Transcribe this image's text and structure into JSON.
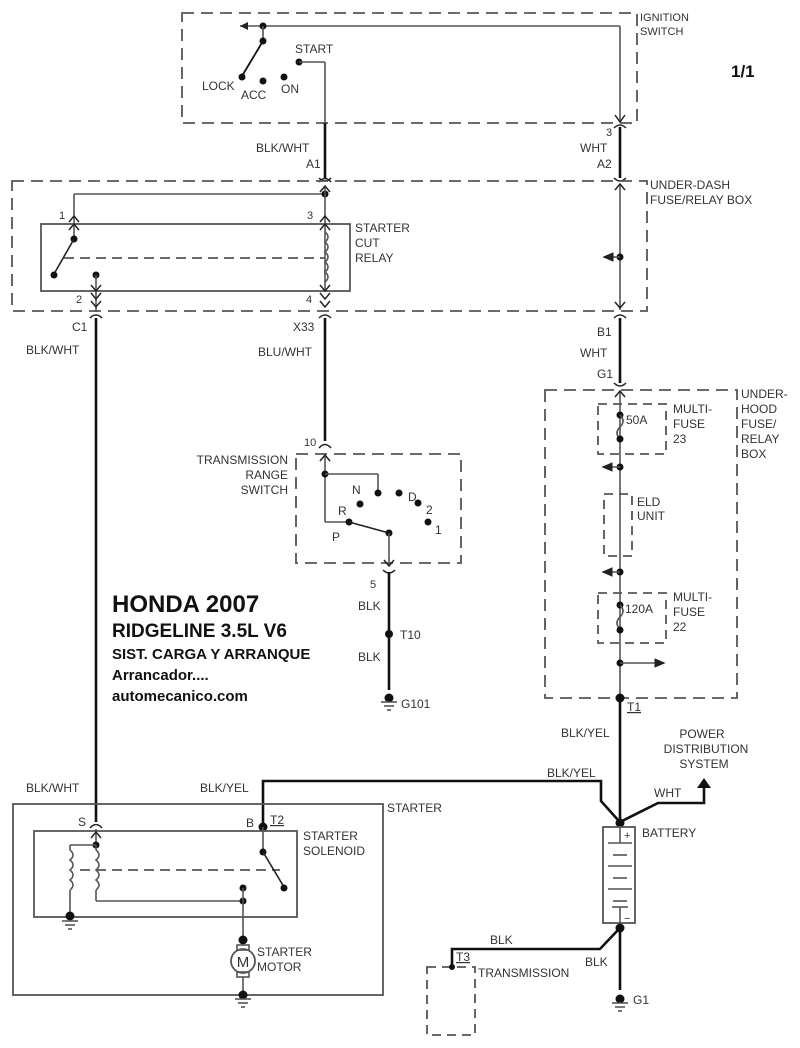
{
  "page_number": "1/1",
  "title": {
    "line1": "HONDA 2007",
    "line2": "RIDGELINE  3.5L  V6",
    "line3": "SIST. CARGA Y ARRANQUE",
    "line4": "Arrancador....",
    "line5": "automecanico.com"
  },
  "components": {
    "ignition_switch": {
      "label1": "IGNITION",
      "label2": "SWITCH",
      "positions": [
        "LOCK",
        "ACC",
        "ON",
        "START"
      ],
      "terminal": "3"
    },
    "under_dash_box": {
      "label1": "UNDER-DASH",
      "label2": "FUSE/RELAY BOX",
      "connector_a1": "A1",
      "connector_a2": "A2",
      "connector_c1": "C1",
      "connector_x33": "X33",
      "connector_b1": "B1"
    },
    "starter_cut_relay": {
      "label1": "STARTER",
      "label2": "CUT",
      "label3": "RELAY",
      "pins": [
        "1",
        "2",
        "3",
        "4"
      ]
    },
    "transmission_range_switch": {
      "label1": "TRANSMISSION",
      "label2": "RANGE",
      "label3": "SWITCH",
      "pin_in": "10",
      "pin_out": "5",
      "positions": [
        "P",
        "R",
        "N",
        "D",
        "2",
        "1"
      ]
    },
    "under_hood_box": {
      "label1": "UNDER-",
      "label2": "HOOD",
      "label3": "FUSE/",
      "label4": "RELAY",
      "label5": "BOX",
      "connector_g1": "G1",
      "terminal_t1": "T1"
    },
    "multi_fuse_23": {
      "rating": "50A",
      "label1": "MULTI-",
      "label2": "FUSE",
      "label3": "23"
    },
    "eld_unit": {
      "label1": "ELD",
      "label2": "UNIT"
    },
    "multi_fuse_22": {
      "rating": "120A",
      "label1": "MULTI-",
      "label2": "FUSE",
      "label3": "22"
    },
    "starter": {
      "label": "STARTER",
      "terminal_s": "S",
      "terminal_b": "B",
      "terminal_t2": "T2"
    },
    "starter_solenoid": {
      "label1": "STARTER",
      "label2": "SOLENOID"
    },
    "starter_motor": {
      "symbol": "M",
      "label1": "STARTER",
      "label2": "MOTOR"
    },
    "battery": {
      "label": "BATTERY",
      "plus": "+",
      "minus": "−"
    },
    "power_distribution": {
      "label1": "POWER",
      "label2": "DISTRIBUTION",
      "label3": "SYSTEM"
    },
    "transmission": {
      "label": "TRANSMISSION",
      "terminal": "T3"
    },
    "grounds": {
      "g101": "G101",
      "g1": "G1",
      "t10": "T10"
    }
  },
  "wires": {
    "blk_wht": "BLK/WHT",
    "wht": "WHT",
    "blu_wht": "BLU/WHT",
    "blk": "BLK",
    "blk_yel": "BLK/YEL"
  }
}
